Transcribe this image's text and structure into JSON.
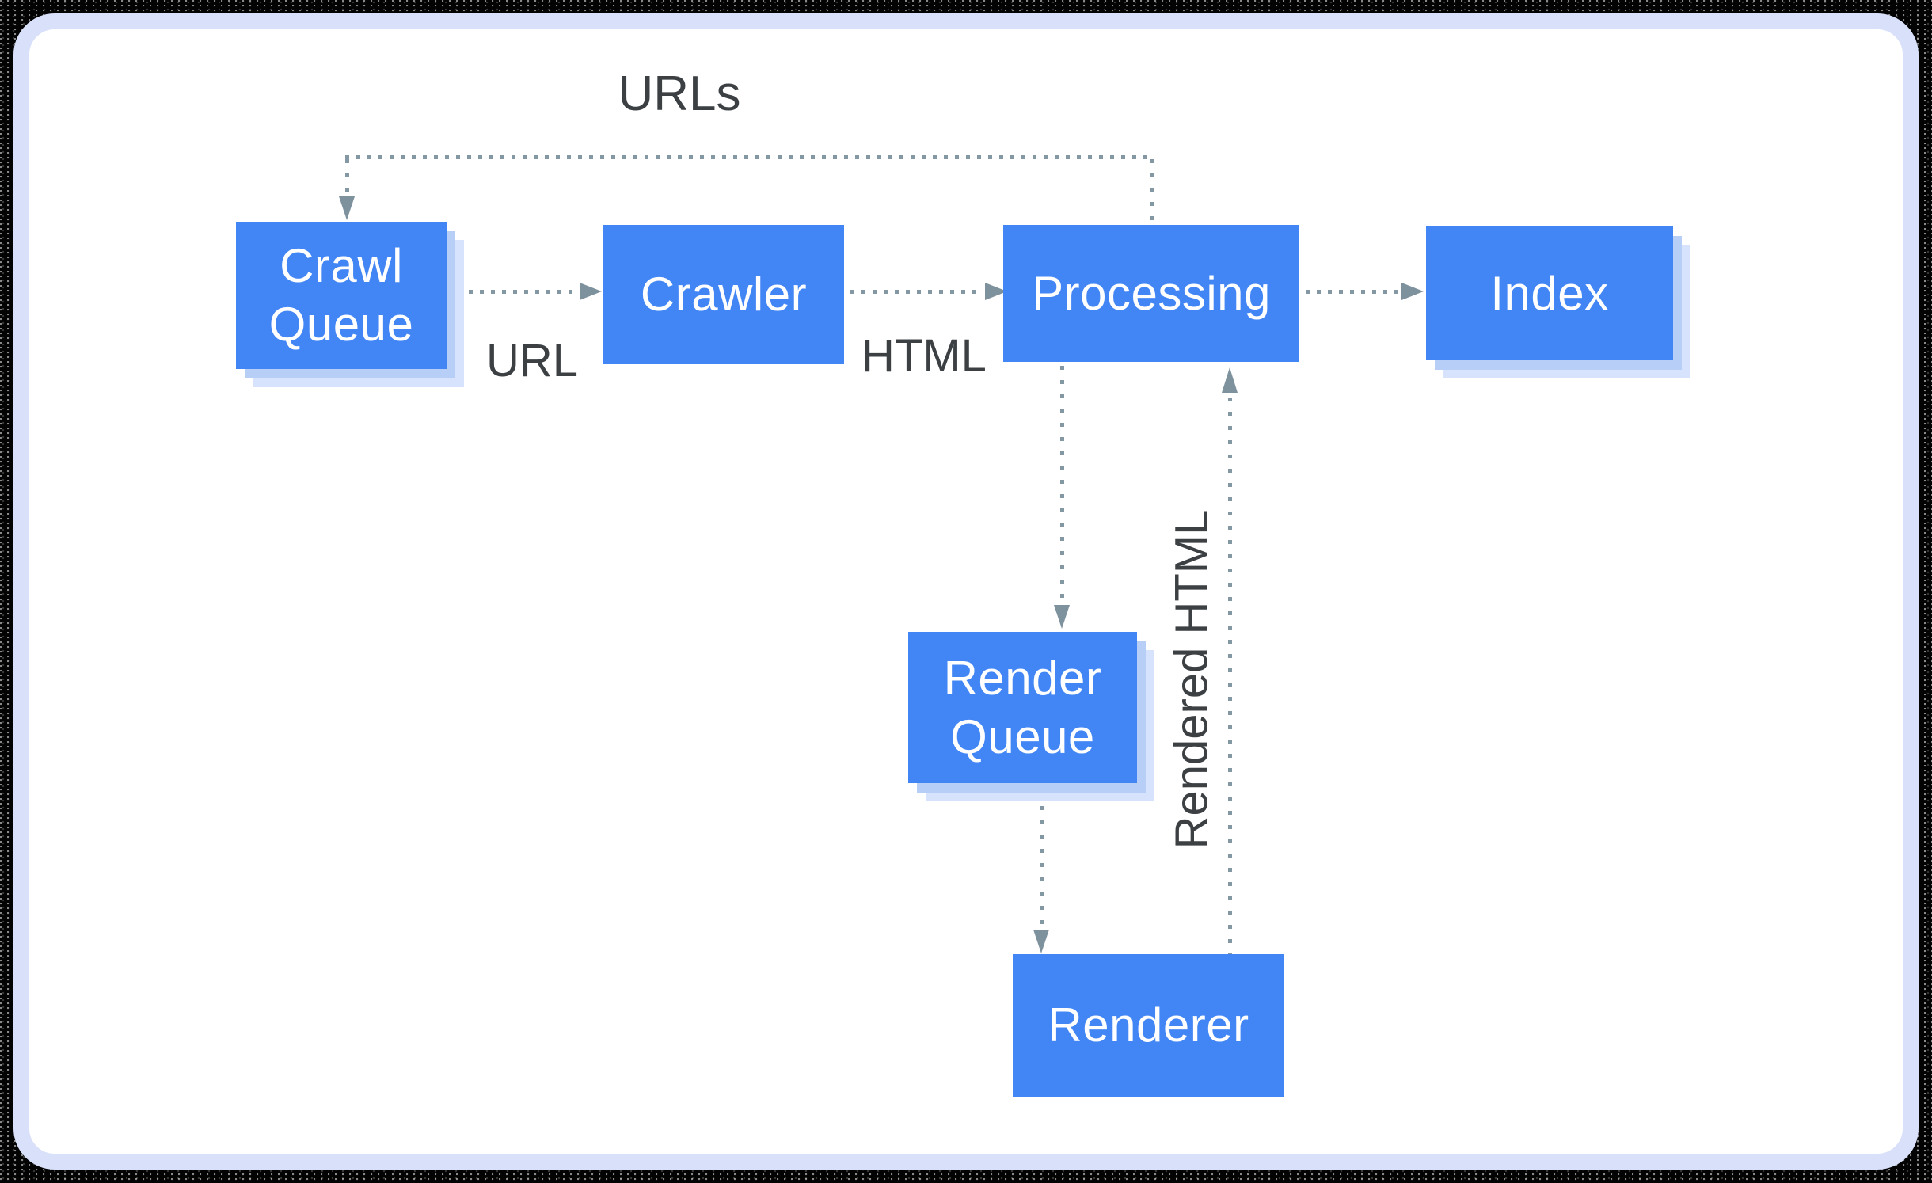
{
  "diagram": {
    "description": "Googlebot crawl / render / index pipeline flowchart",
    "nodes": {
      "crawl_queue": {
        "label": "Crawl\nQueue"
      },
      "crawler": {
        "label": "Crawler"
      },
      "processing": {
        "label": "Processing"
      },
      "index": {
        "label": "Index"
      },
      "render_queue": {
        "label": "Render\nQueue"
      },
      "renderer": {
        "label": "Renderer"
      }
    },
    "labels": {
      "urls": "URLs",
      "url": "URL",
      "html": "HTML",
      "rendered_html": "Rendered HTML"
    },
    "edges": [
      {
        "from": "crawl_queue",
        "to": "crawler",
        "label": "URL"
      },
      {
        "from": "crawler",
        "to": "processing",
        "label": "HTML"
      },
      {
        "from": "processing",
        "to": "index",
        "label": ""
      },
      {
        "from": "processing",
        "to": "crawl_queue",
        "label": "URLs"
      },
      {
        "from": "processing",
        "to": "render_queue",
        "label": ""
      },
      {
        "from": "render_queue",
        "to": "renderer",
        "label": ""
      },
      {
        "from": "renderer",
        "to": "processing",
        "label": "Rendered HTML"
      }
    ],
    "colors": {
      "node_fill": "#4285F4",
      "node_text": "#FFFFFF",
      "shadow_inner": "#B7CEF7",
      "shadow_outer": "#D7E3FC",
      "connector_dots": "#8498A3",
      "arrowhead": "#7E929E",
      "label_text": "#3C4043",
      "frame_border": "#D8E0FA",
      "panel_background": "#FFFFFF"
    }
  }
}
